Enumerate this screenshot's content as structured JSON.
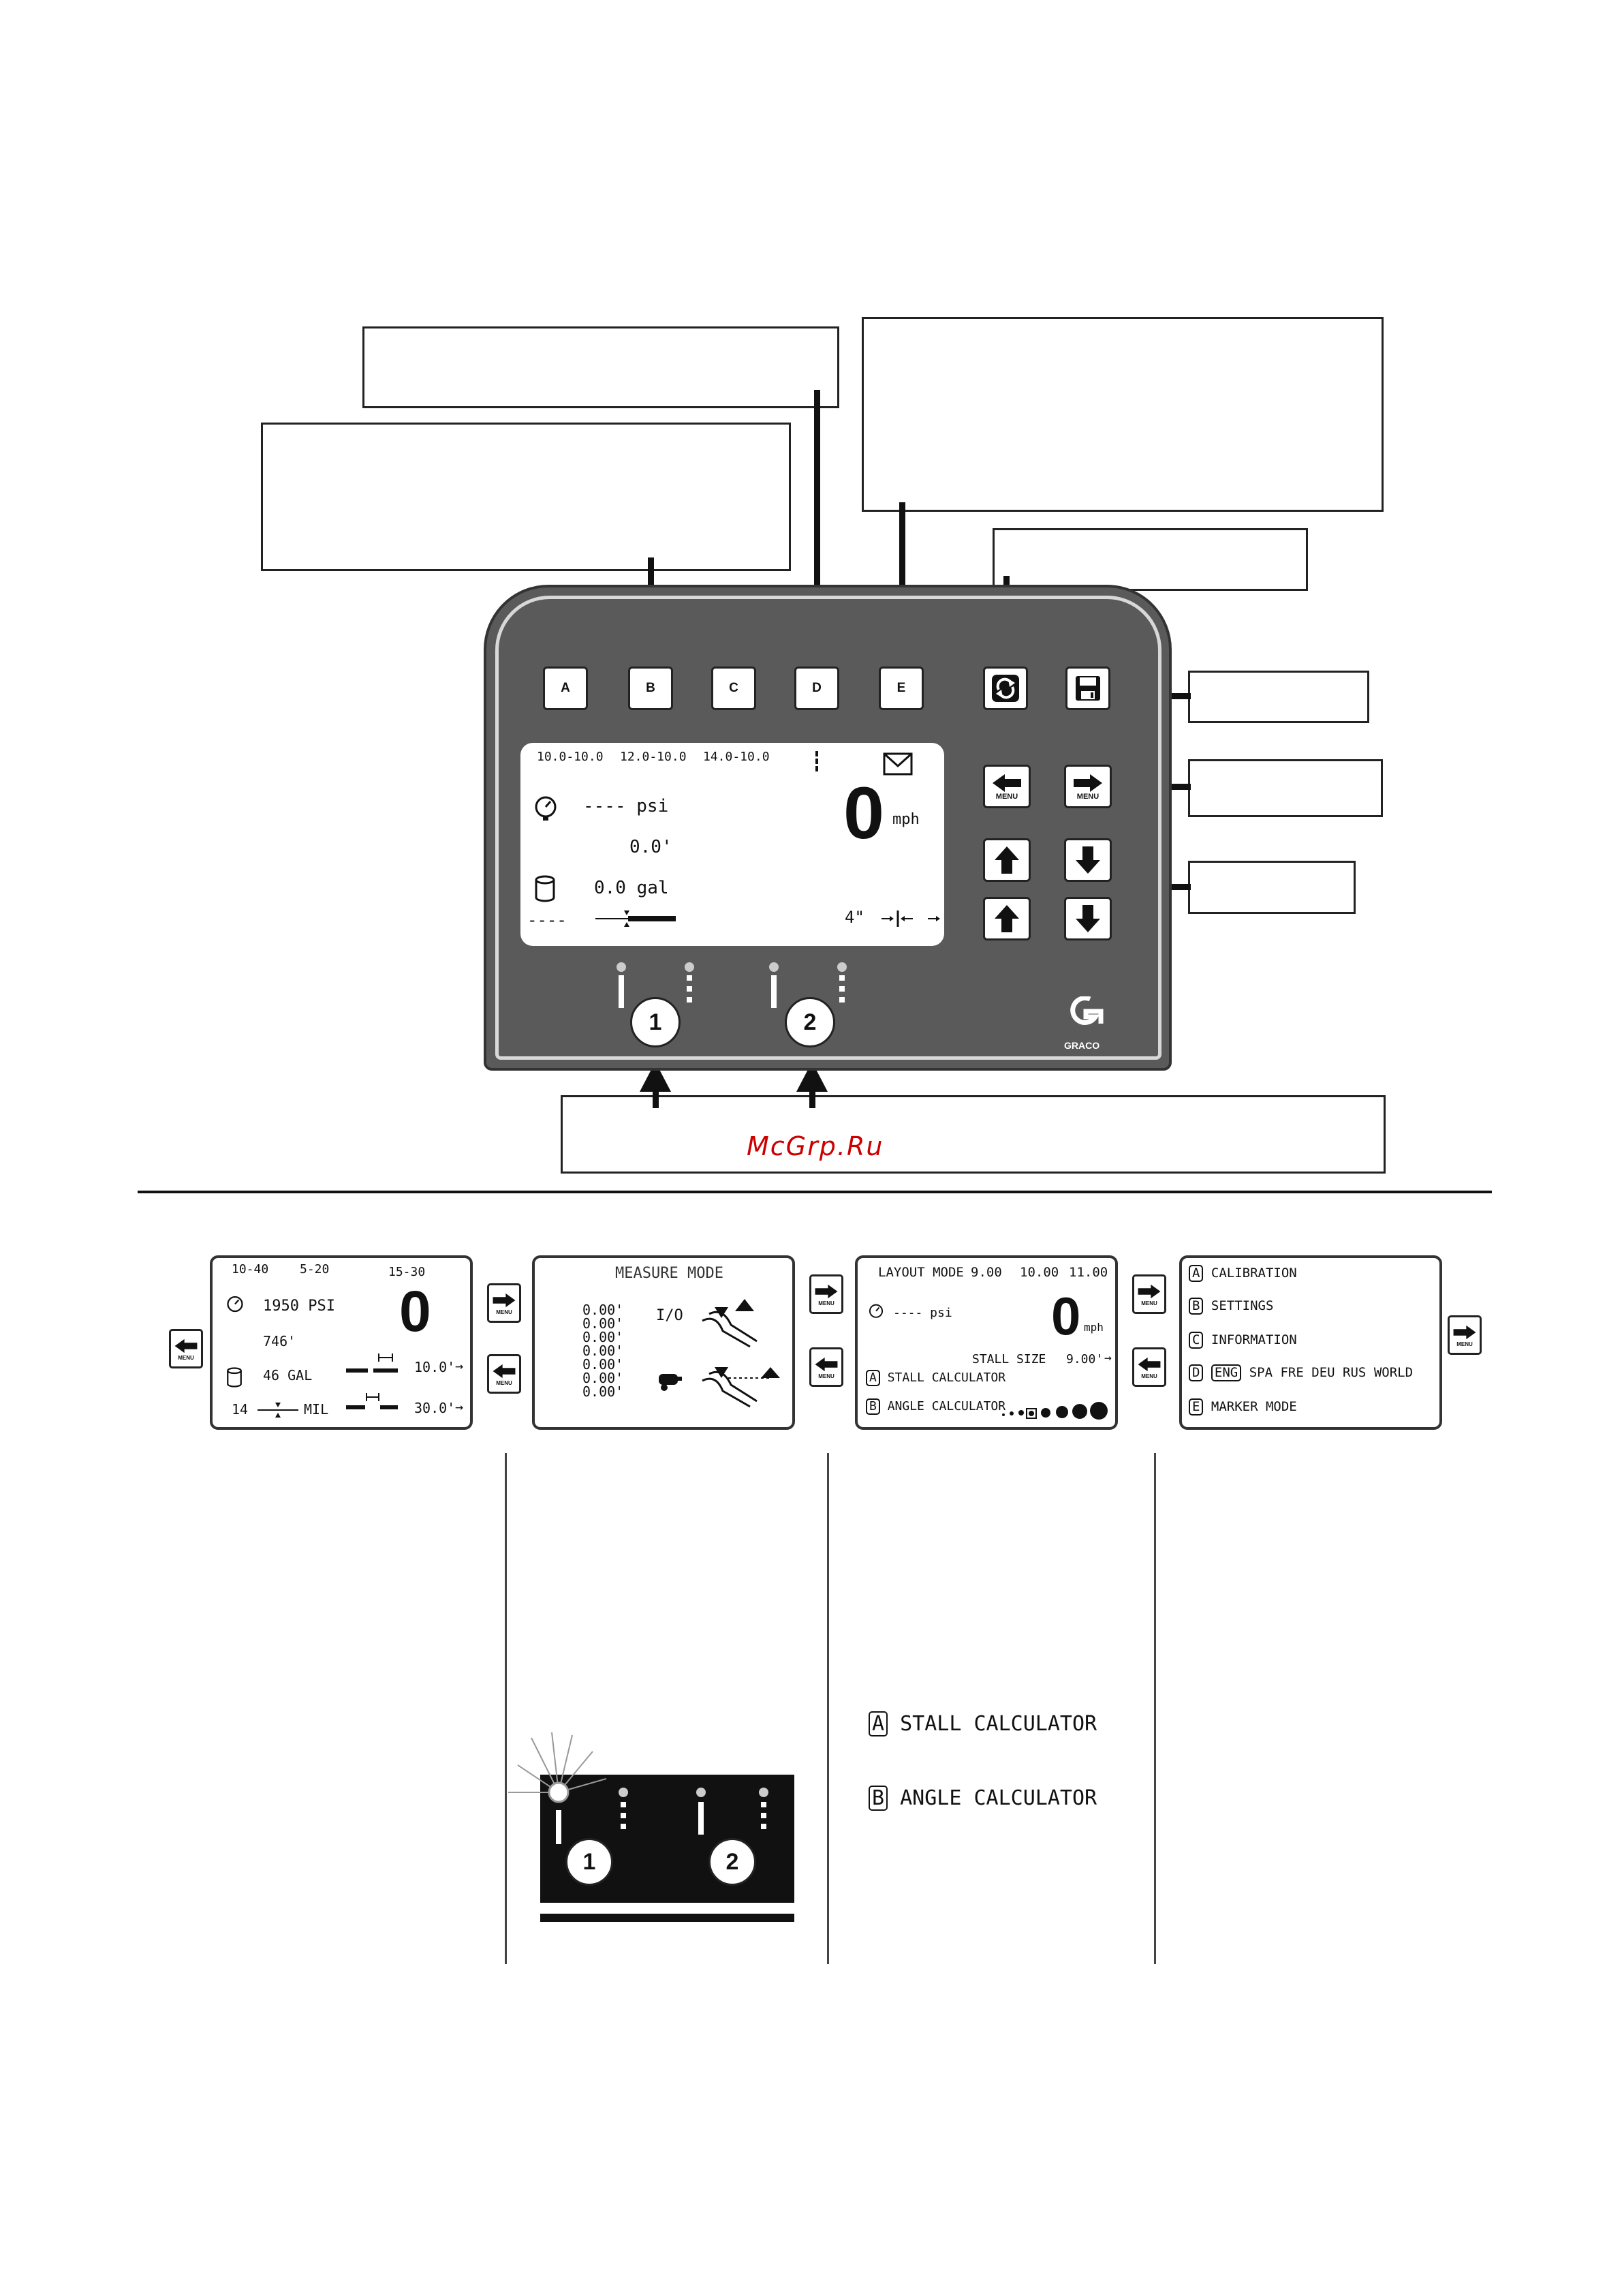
{
  "panel": {
    "keys": [
      "A",
      "B",
      "C",
      "D",
      "E"
    ],
    "menu_label": "MENU",
    "logo": "GRACO",
    "indicators": [
      "1",
      "2"
    ]
  },
  "main_lcd": {
    "zones": [
      "10.0-10.0",
      "12.0-10.0",
      "14.0-10.0"
    ],
    "pressure": "---- psi",
    "distance": "0.0'",
    "volume": "0.0 gal",
    "dashes": "----",
    "speed": "0",
    "speed_unit": "mph",
    "size": "4\""
  },
  "watermark": "McGrp.Ru",
  "screens": {
    "run": {
      "zones": [
        "10-40",
        "5-20",
        "15-30"
      ],
      "pressure": "1950 PSI",
      "distance": "746'",
      "speed": "0",
      "volume": "46 GAL",
      "mil_left": "14",
      "mil_label": "MIL",
      "skip1": "10.0'",
      "skip2": "30.0'"
    },
    "measure": {
      "title": "MEASURE MODE",
      "values": [
        "0.00'",
        "0.00'",
        "0.00'",
        "0.00'",
        "0.00'",
        "0.00'",
        "0.00'"
      ],
      "io": "I/O"
    },
    "layout": {
      "title": "LAYOUT MODE",
      "values": [
        "9.00",
        "10.00",
        "11.00"
      ],
      "pressure": "---- psi",
      "speed": "0",
      "speed_unit": "mph",
      "stall_size_label": "STALL SIZE",
      "stall_size": "9.00'",
      "item_a_key": "A",
      "item_a": "STALL CALCULATOR",
      "item_b_key": "B",
      "item_b": "ANGLE CALCULATOR"
    },
    "setup": {
      "items": [
        {
          "key": "A",
          "label": "CALIBRATION"
        },
        {
          "key": "B",
          "label": "SETTINGS"
        },
        {
          "key": "C",
          "label": "INFORMATION"
        },
        {
          "key": "D",
          "label": ""
        },
        {
          "key": "E",
          "label": "MARKER MODE"
        }
      ],
      "languages": [
        "ENG",
        "SPA",
        "FRE",
        "DEU",
        "RUS",
        "WORLD"
      ]
    }
  },
  "detail": {
    "indicators": [
      "1",
      "2"
    ],
    "stall_key": "A",
    "stall_label": "STALL CALCULATOR",
    "angle_key": "B",
    "angle_label": "ANGLE CALCULATOR"
  }
}
